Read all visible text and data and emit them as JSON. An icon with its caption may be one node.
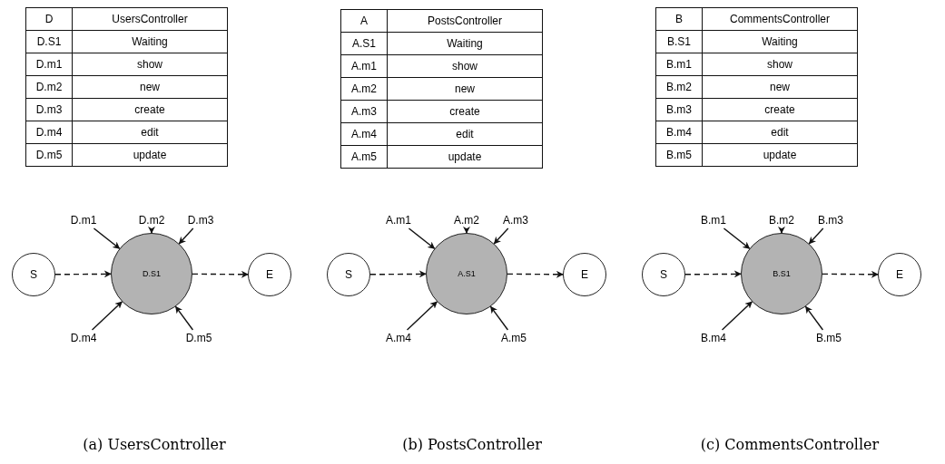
{
  "diagram": {
    "nodes": [
      {
        "text": [
          "D.m1"
        ]
      },
      {
        "text": [
          "D.m2"
        ]
      },
      {
        "text": [
          "D.m3"
        ]
      },
      {
        "text": [
          "S"
        ]
      },
      {
        "text": [
          "D.S1"
        ]
      },
      {
        "text": [
          "E"
        ]
      },
      {
        "text": [
          "D.m4"
        ]
      },
      {
        "text": [
          "D.m5"
        ]
      },
      {
        "text": [
          "A.m1"
        ]
      },
      {
        "text": [
          "A.m2"
        ]
      },
      {
        "text": [
          "A.m3"
        ]
      },
      {
        "text": [
          "S"
        ]
      },
      {
        "text": [
          "A.S1"
        ]
      },
      {
        "text": [
          "E"
        ]
      },
      {
        "text": [
          "A.m4"
        ]
      },
      {
        "text": [
          "A.m5"
        ]
      },
      {
        "text": [
          "B.m1"
        ]
      },
      {
        "text": [
          "B.m2"
        ]
      },
      {
        "text": [
          "B.m3"
        ]
      },
      {
        "text": [
          "S"
        ]
      },
      {
        "text": [
          "B.S1"
        ]
      },
      {
        "text": [
          "E"
        ]
      },
      {
        "text": [
          "B.m4"
        ]
      },
      {
        "text": [
          "B.m5"
        ]
      }
    ],
    "edges": [
      {
        "from": 0,
        "to": 4,
        "arrow": "to"
      },
      {
        "from": 1,
        "to": 4,
        "arrow": "to"
      },
      {
        "from": 2,
        "to": 4,
        "arrow": "to"
      },
      {
        "from": 3,
        "to": 4,
        "arrow": "to",
        "style": "dashed"
      },
      {
        "from": 4,
        "to": 5,
        "arrow": "to",
        "style": "dashed"
      },
      {
        "from": 6,
        "to": 4,
        "arrow": "to"
      },
      {
        "from": 7,
        "to": 4,
        "arrow": "to"
      },
      {
        "from": 8,
        "to": 12,
        "arrow": "to"
      },
      {
        "from": 9,
        "to": 12,
        "arrow": "to"
      },
      {
        "from": 10,
        "to": 12,
        "arrow": "to"
      },
      {
        "from": 11,
        "to": 12,
        "arrow": "to",
        "style": "dashed"
      },
      {
        "from": 12,
        "to": 13,
        "arrow": "to",
        "style": "dashed"
      },
      {
        "from": 14,
        "to": 12,
        "arrow": "to"
      },
      {
        "from": 15,
        "to": 12,
        "arrow": "to"
      },
      {
        "from": 16,
        "to": 20,
        "arrow": "to"
      },
      {
        "from": 17,
        "to": 20,
        "arrow": "to"
      },
      {
        "from": 18,
        "to": 20,
        "arrow": "to"
      },
      {
        "from": 19,
        "to": 20,
        "arrow": "to",
        "style": "dashed"
      },
      {
        "from": 20,
        "to": 21,
        "arrow": "to",
        "style": "dashed"
      },
      {
        "from": 22,
        "to": 20,
        "arrow": "to"
      },
      {
        "from": 23,
        "to": 20,
        "arrow": "to"
      }
    ],
    "labels": [
      "D",
      "UsersController",
      "D.S1",
      "Waiting",
      "D.m1",
      "show",
      "D.m2",
      "new",
      "D.m3",
      "create",
      "D.m4",
      "edit",
      "D.m5",
      "update",
      "(a) UsersController",
      "A",
      "PostsController",
      "A.S1",
      "Waiting",
      "A.m1",
      "show",
      "A.m2",
      "new",
      "A.m3",
      "create",
      "A.m4",
      "edit",
      "A.m5",
      "update",
      "(b) PostsController",
      "B",
      "CommentsController",
      "B.S1",
      "Waiting",
      "B.m1",
      "show",
      "B.m2",
      "new",
      "B.m3",
      "create",
      "B.m4",
      "edit",
      "B.m5",
      "update",
      "(c) CommentsController"
    ]
  }
}
